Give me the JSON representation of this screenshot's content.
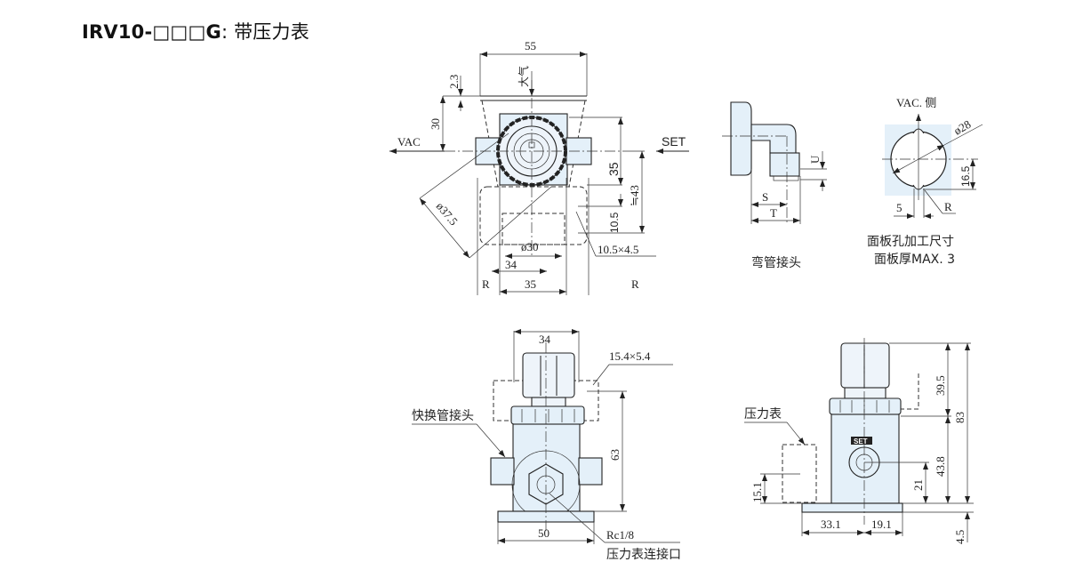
{
  "title": {
    "model": "IRV10-□□□G",
    "suffix": ": 带压力表"
  },
  "top_view": {
    "width_55": "55",
    "dim_2_3": "2.3",
    "dim_30": "30",
    "air_label": "大气",
    "vac_label": "VAC",
    "set_label": "SET",
    "dim_35_v": "35",
    "dim_43": "≒43",
    "dim_10_5": "10.5",
    "dia_37_5": "ø37.5",
    "dia_30": "ø30",
    "slot": "10.5×4.5",
    "dim_34": "34",
    "dim_35_h": "35",
    "r_left": "R",
    "r_right": "R"
  },
  "elbow": {
    "s": "S",
    "t": "T",
    "u": "U",
    "caption": "弯管接头"
  },
  "panel": {
    "vac_side": "VAC. 侧",
    "dia_28": "ø28",
    "dim_16_5": "16.5",
    "dim_5": "5",
    "r": "R",
    "caption_1": "面板孔加工尺寸",
    "caption_2": "面板厚MAX. 3"
  },
  "front_view": {
    "dim_34": "34",
    "slot": "15.4×5.4",
    "fitting_label": "快换管接头",
    "dim_63": "63",
    "dim_50": "50",
    "port": "Rc1/8",
    "port_label": "压力表连接口"
  },
  "side_view": {
    "gauge_label": "压力表",
    "set_badge": "SET",
    "dim_39_5": "39.5",
    "dim_83": "83",
    "dim_43_8": "43.8",
    "dim_21": "21",
    "dim_15_1": "15.1",
    "dim_33_1": "33.1",
    "dim_19_1": "19.1",
    "dim_4_5": "4.5"
  }
}
